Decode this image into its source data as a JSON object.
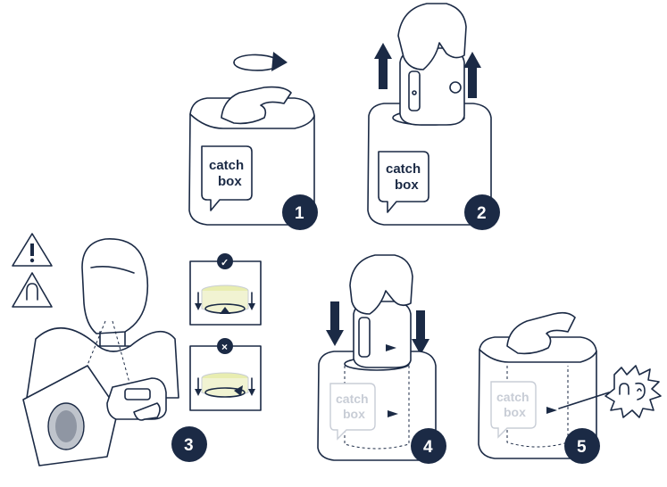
{
  "colors": {
    "ink": "#1b2a45",
    "faint": "#c8cdd6",
    "glow": "#e8edb0"
  },
  "steps": [
    {
      "number": "1",
      "logo_line1": "catch",
      "logo_line2": "box"
    },
    {
      "number": "2",
      "logo_line1": "catch",
      "logo_line2": "box"
    },
    {
      "number": "3"
    },
    {
      "number": "4",
      "logo_line1": "catch",
      "logo_line2": "box"
    },
    {
      "number": "5",
      "logo_line1": "catch",
      "logo_line2": "box"
    }
  ],
  "check_panel": {
    "correct_symbol": "✓",
    "wrong_symbol": "×"
  },
  "icons": [
    "warning-icon",
    "magnet-icon",
    "rotate-icon",
    "hearing-icon"
  ]
}
